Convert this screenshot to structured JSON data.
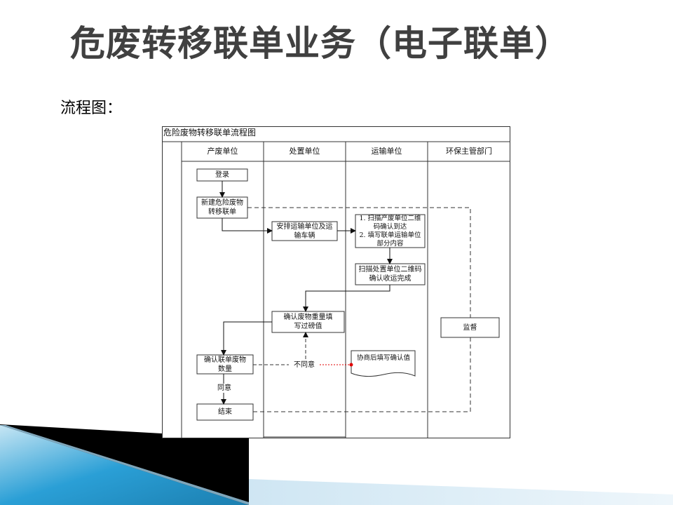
{
  "slide": {
    "title": "危废转移联单业务（电子联单）",
    "subtitle": "流程图："
  },
  "flowchart": {
    "title": "危险废物转移联单流程图",
    "lanes": [
      "产废单位",
      "处置单位",
      "运输单位",
      "环保主管部门"
    ],
    "nodes": {
      "login": "登录",
      "create_manifest": "新建危险废物转移联单",
      "arrange_transport": "安排运输单位及运输车辆",
      "scan_producer": "1. 扫描产废单位二维码确认到达\n2. 填写联单运输单位部分内容",
      "scan_disposal": "扫描处置单位二维码确认收运完成",
      "confirm_weight": "确认废物重量填写过磅值",
      "confirm_quantity": "确认联单废物数量",
      "negotiate": "协商后填写确认值",
      "supervise": "监督",
      "end": "结束"
    },
    "edge_labels": {
      "disagree": "不同意",
      "agree": "同意"
    }
  },
  "colors": {
    "title_text": "#404040",
    "border": "#333333",
    "disagree_line": "#e00000",
    "deco_blue": "#2a9fd6",
    "deco_black": "#000000"
  }
}
